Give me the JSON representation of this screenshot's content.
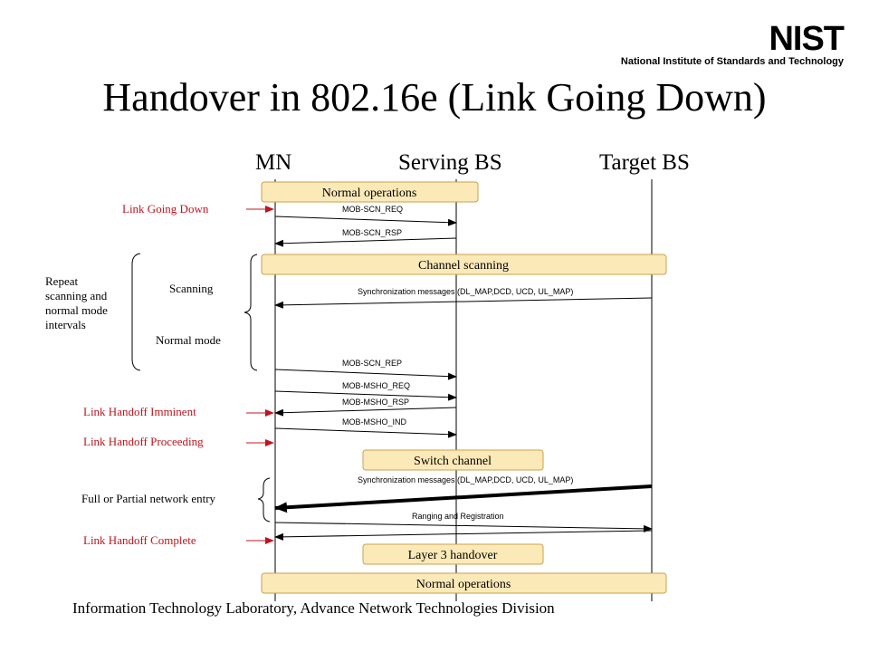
{
  "title": "Handover in 802.16e (Link Going Down)",
  "logo": {
    "word": "NIST",
    "tagline": "National Institute of Standards and Technology"
  },
  "footer": "Information Technology Laboratory, Advance Network Technologies Division",
  "entities": [
    "MN",
    "Serving BS",
    "Target BS"
  ],
  "boxes": [
    "Normal operations",
    "Channel scanning",
    "Switch channel",
    "Layer 3 handover",
    "Normal operations"
  ],
  "messages": [
    "MOB-SCN_REQ",
    "MOB-SCN_RSP",
    "Synchronization messages (DL_MAP,DCD, UCD, UL_MAP)",
    "MOB-SCN_REP",
    "MOB-MSHO_REQ",
    "MOB-MSHO_RSP",
    "MOB-MSHO_IND",
    "Synchronization messages (DL_MAP,DCD, UCD, UL_MAP)",
    "Ranging and Registration"
  ],
  "triggers": [
    "Link Going Down",
    "Link Handoff Imminent",
    "Link Handoff Proceeding",
    "Link Handoff Complete"
  ],
  "annotations": {
    "repeat": "Repeat scanning and normal mode intervals",
    "scanning": "Scanning",
    "normal_mode": "Normal mode",
    "network_entry": "Full or Partial network entry"
  },
  "colors": {
    "box_fill": "#fce9b8",
    "box_border": "#c8a24c",
    "trigger": "#c0141d"
  }
}
